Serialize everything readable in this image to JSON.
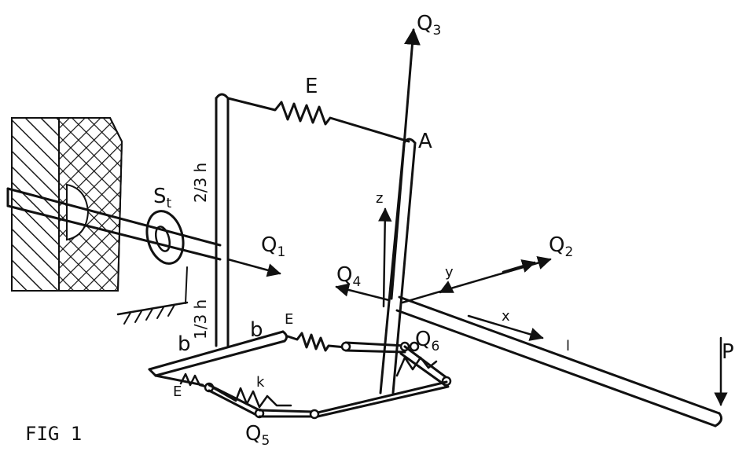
{
  "figure": {
    "caption": "FIG 1",
    "forces": {
      "q1": {
        "letter": "Q",
        "sub": "1"
      },
      "q2": {
        "letter": "Q",
        "sub": "2"
      },
      "q3": {
        "letter": "Q",
        "sub": "3"
      },
      "q4": {
        "letter": "Q",
        "sub": "4"
      },
      "q5": {
        "letter": "Q",
        "sub": "5"
      },
      "q6": {
        "letter": "Q",
        "sub": "6"
      },
      "p": "P"
    },
    "axes": {
      "x": "x",
      "y": "y",
      "z": "z"
    },
    "labels": {
      "spring_top": "E",
      "spring_mid": "E",
      "spring_left": "E",
      "spring_k": "k",
      "point_a": "A",
      "length_l": "l",
      "torsion": {
        "letter": "S",
        "sub": "t"
      },
      "b_left": "b",
      "b_right": "b",
      "two_thirds_h": "2/3 h",
      "one_third_h": "1/3 h"
    }
  }
}
